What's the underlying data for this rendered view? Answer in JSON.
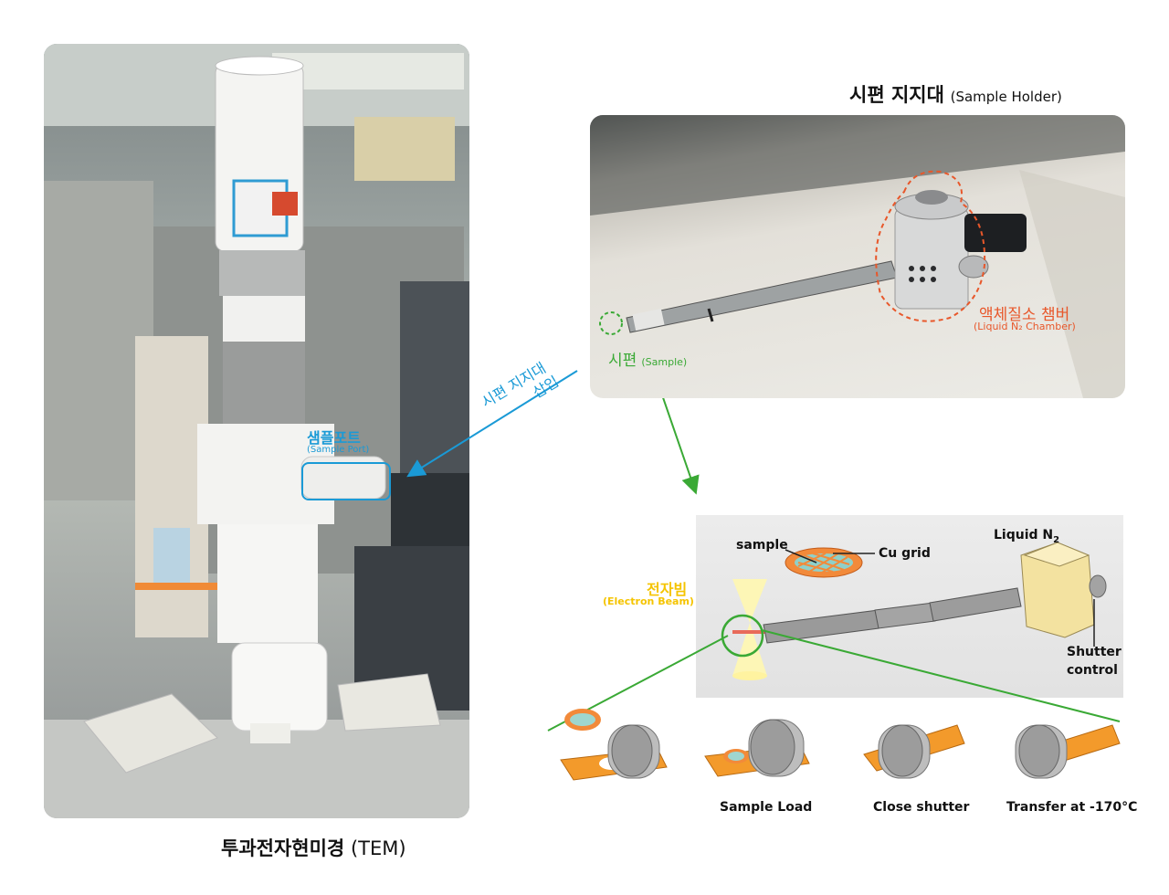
{
  "tem": {
    "title_ko": "투과전자현미경",
    "title_en": "(TEM)",
    "port_label_ko": "샘플포트",
    "port_label_en": "(Sample Port)"
  },
  "insertion": {
    "line1": "시편 지지대",
    "line2": "삽입"
  },
  "holder": {
    "title_ko": "시편 지지대",
    "title_en": "(Sample Holder)",
    "chamber_ko": "액체질소 챔버",
    "chamber_en": "(Liquid N₂ Chamber)",
    "sample_ko": "시편",
    "sample_en": "(Sample)"
  },
  "schematic": {
    "sample": "sample",
    "cu_grid": "Cu grid",
    "liquid_n2": "Liquid N",
    "liquid_n2_sub": "2",
    "beam_ko": "전자빔",
    "beam_en": "(Electron Beam)",
    "shutter_line1": "Shutter",
    "shutter_line2": "control"
  },
  "steps": [
    "Sample Load",
    "Close shutter",
    "Transfer at -170°C"
  ],
  "colors": {
    "blue": "#1a9ad6",
    "green": "#3aa935",
    "orange_red": "#e8572a",
    "orange": "#f39a2b",
    "yellow_label": "#f5c400"
  }
}
